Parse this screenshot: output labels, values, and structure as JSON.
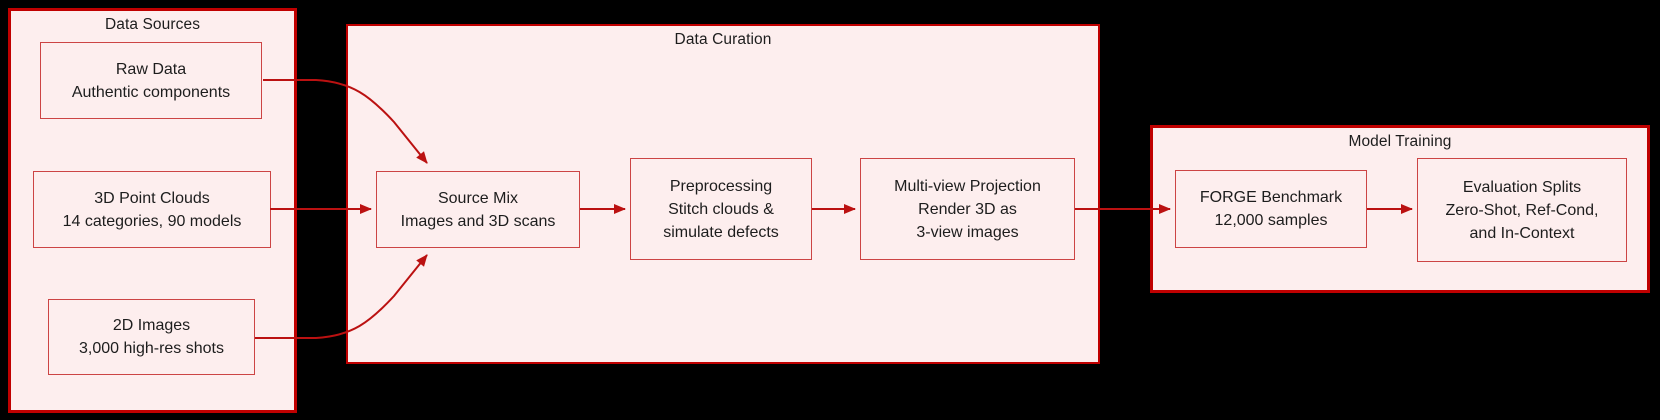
{
  "diagram": {
    "type": "flowchart",
    "direction": "left-to-right",
    "colors": {
      "background": "#000000",
      "container_fill": "#fdeeee",
      "container_border": "#c00000",
      "node_fill": "#fdeeee",
      "node_border": "#cc4444",
      "link": "#bb1111",
      "text": "#1d1d1d"
    },
    "containers": {
      "data_sources": {
        "title": "Data Sources"
      },
      "data_curation": {
        "title": "Data Curation"
      },
      "model_training": {
        "title": "Model Training"
      }
    },
    "nodes": {
      "raw_data": {
        "line1": "Raw Data",
        "line2": "Authentic components"
      },
      "point_clouds": {
        "line1": "3D Point Clouds",
        "line2": "14 categories, 90 models"
      },
      "images_2d": {
        "line1": "2D Images",
        "line2": "3,000 high-res shots"
      },
      "source_mix": {
        "line1": "Source Mix",
        "line2": "Images and 3D scans"
      },
      "preprocessing": {
        "line1": "Preprocessing",
        "line2": "Stitch clouds &",
        "line3": "simulate defects"
      },
      "multiview": {
        "line1": "Multi-view Projection",
        "line2": "Render 3D as",
        "line3": "3-view images"
      },
      "forge": {
        "line1": "FORGE Benchmark",
        "line2": "12,000 samples"
      },
      "eval_splits": {
        "line1": "Evaluation Splits",
        "line2": "Zero-Shot, Ref-Cond,",
        "line3": "and In-Context"
      }
    },
    "edges": [
      {
        "from": "Raw Data",
        "to": "Source Mix"
      },
      {
        "from": "3D Point Clouds",
        "to": "Source Mix"
      },
      {
        "from": "2D Images",
        "to": "Source Mix"
      },
      {
        "from": "Source Mix",
        "to": "Preprocessing"
      },
      {
        "from": "Preprocessing",
        "to": "Multi-view Projection"
      },
      {
        "from": "Multi-view Projection",
        "to": "FORGE Benchmark"
      },
      {
        "from": "FORGE Benchmark",
        "to": "Evaluation Splits"
      }
    ]
  }
}
